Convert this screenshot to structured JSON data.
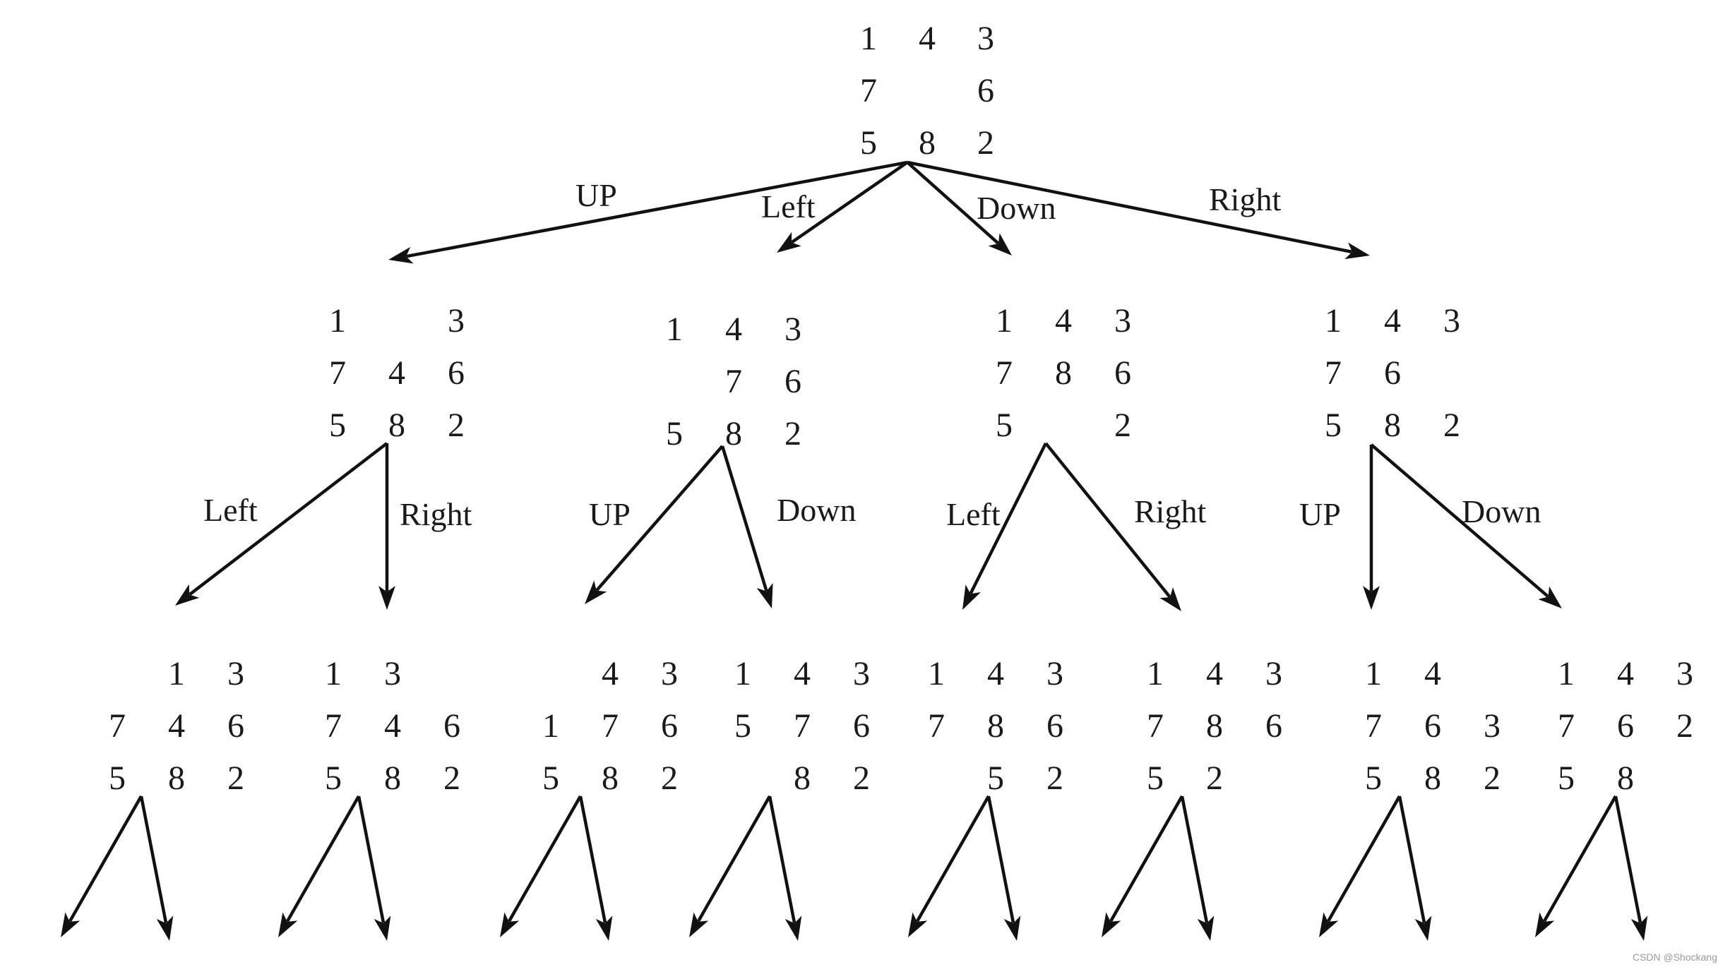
{
  "diagram": {
    "root": {
      "grid": [
        [
          "1",
          "4",
          "3"
        ],
        [
          "7",
          "",
          "6"
        ],
        [
          "5",
          "8",
          "2"
        ]
      ]
    },
    "level1": [
      {
        "label": "UP",
        "grid": [
          [
            "1",
            "",
            "3"
          ],
          [
            "7",
            "4",
            "6"
          ],
          [
            "5",
            "8",
            "2"
          ]
        ]
      },
      {
        "label": "Left",
        "grid": [
          [
            "1",
            "4",
            "3"
          ],
          [
            "",
            "7",
            "6"
          ],
          [
            "5",
            "8",
            "2"
          ]
        ]
      },
      {
        "label": "Down",
        "grid": [
          [
            "1",
            "4",
            "3"
          ],
          [
            "7",
            "8",
            "6"
          ],
          [
            "5",
            "",
            "2"
          ]
        ]
      },
      {
        "label": "Right",
        "grid": [
          [
            "1",
            "4",
            "3"
          ],
          [
            "7",
            "6",
            ""
          ],
          [
            "5",
            "8",
            "2"
          ]
        ]
      }
    ],
    "level2_labels": [
      [
        "Left",
        "Right"
      ],
      [
        "UP",
        "Down"
      ],
      [
        "Left",
        "Right"
      ],
      [
        "UP",
        "Down"
      ]
    ],
    "level2": [
      {
        "grid": [
          [
            "",
            "1",
            "3"
          ],
          [
            "7",
            "4",
            "6"
          ],
          [
            "5",
            "8",
            "2"
          ]
        ]
      },
      {
        "grid": [
          [
            "1",
            "3",
            ""
          ],
          [
            "7",
            "4",
            "6"
          ],
          [
            "5",
            "8",
            "2"
          ]
        ]
      },
      {
        "grid": [
          [
            "",
            "4",
            "3"
          ],
          [
            "1",
            "7",
            "6"
          ],
          [
            "5",
            "8",
            "2"
          ]
        ]
      },
      {
        "grid": [
          [
            "1",
            "4",
            "3"
          ],
          [
            "5",
            "7",
            "6"
          ],
          [
            "",
            "8",
            "2"
          ]
        ]
      },
      {
        "grid": [
          [
            "1",
            "4",
            "3"
          ],
          [
            "7",
            "8",
            "6"
          ],
          [
            "",
            "5",
            "2"
          ]
        ]
      },
      {
        "grid": [
          [
            "1",
            "4",
            "3"
          ],
          [
            "7",
            "8",
            "6"
          ],
          [
            "5",
            "2",
            ""
          ]
        ]
      },
      {
        "grid": [
          [
            "1",
            "4",
            ""
          ],
          [
            "7",
            "6",
            "3"
          ],
          [
            "5",
            "8",
            "2"
          ]
        ]
      },
      {
        "grid": [
          [
            "1",
            "4",
            "3"
          ],
          [
            "7",
            "6",
            "2"
          ],
          [
            "5",
            "8",
            ""
          ]
        ]
      }
    ]
  },
  "watermark": "CSDN @Shockang"
}
